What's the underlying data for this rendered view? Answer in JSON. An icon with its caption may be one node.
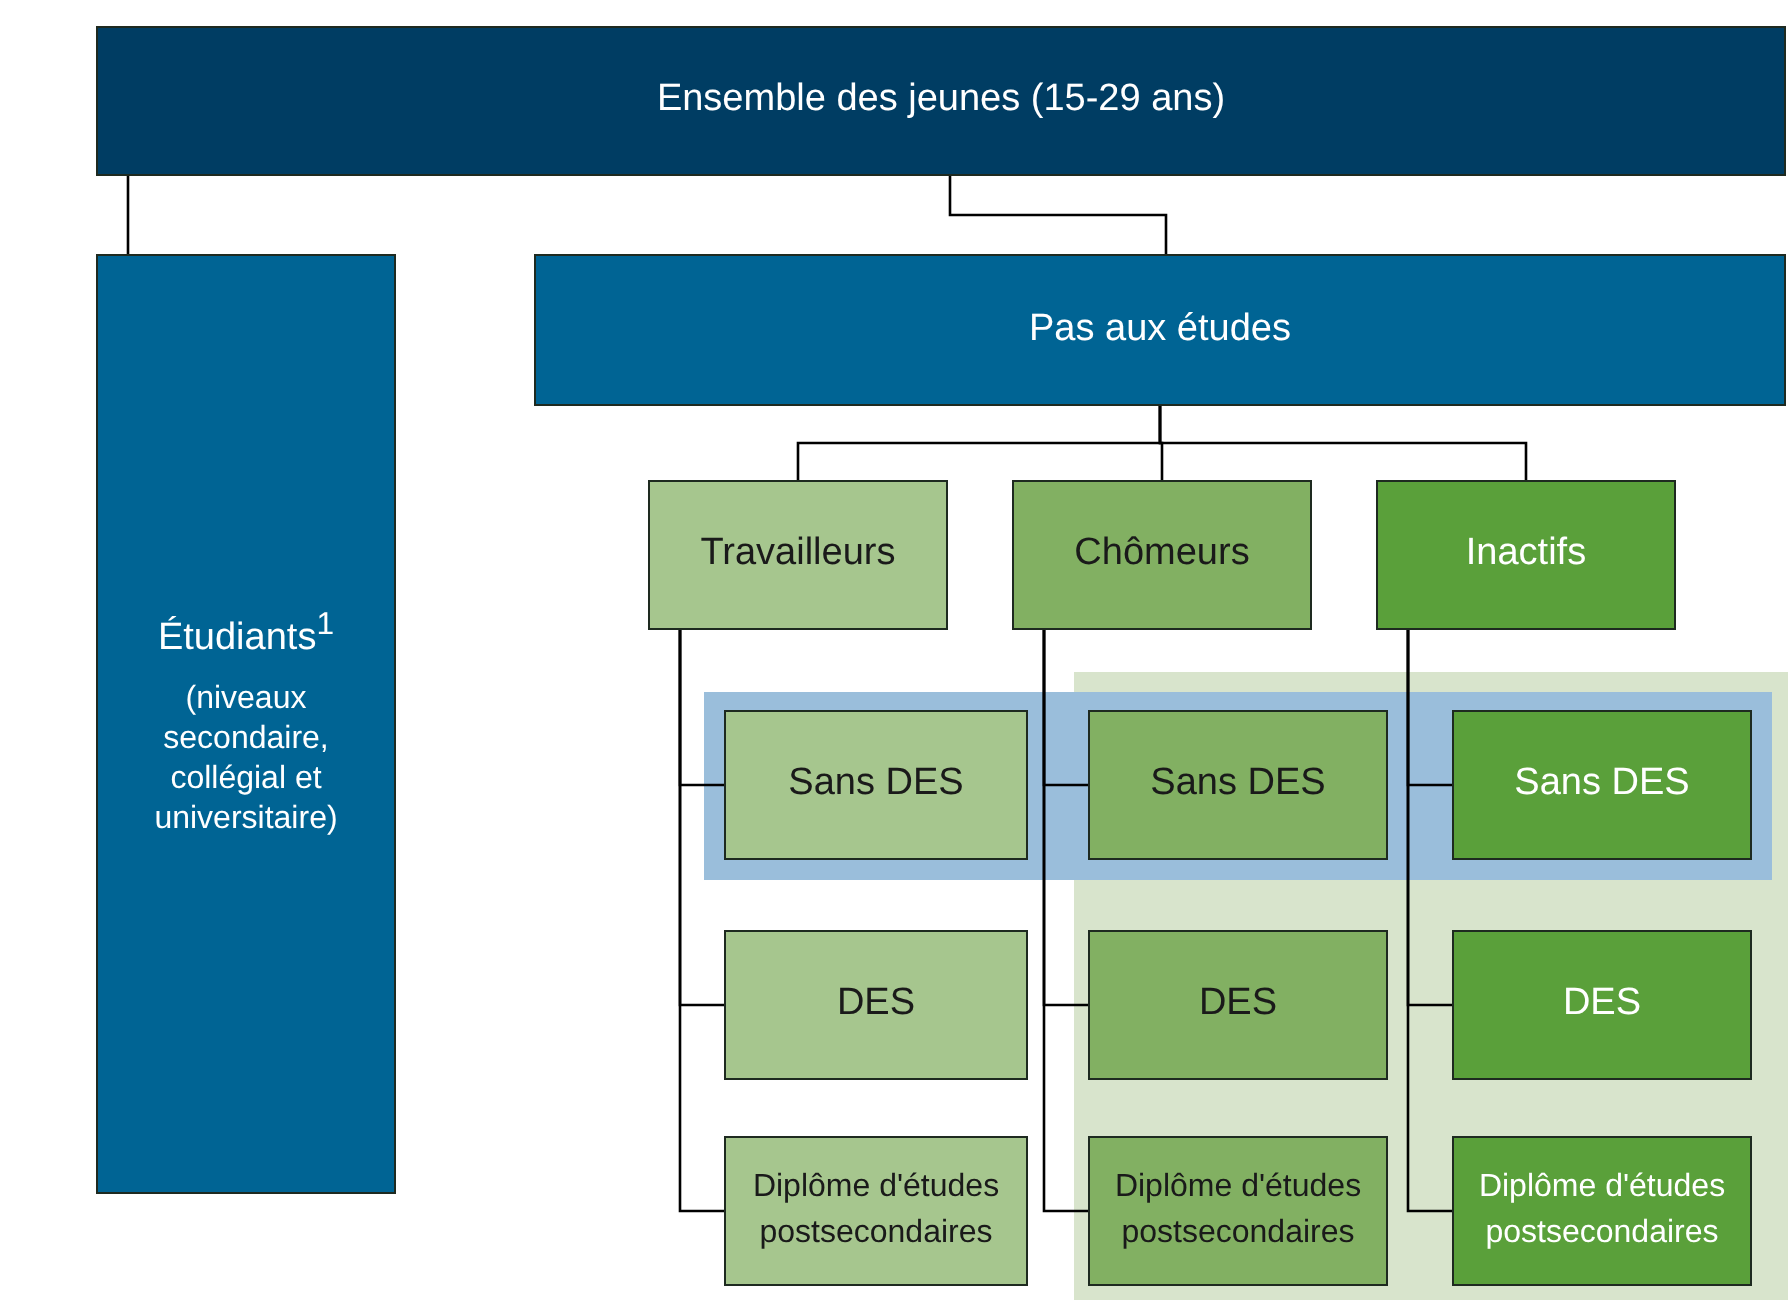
{
  "diagram": {
    "nodes": [
      {
        "text": [
          "Ensemble des jeunes (15-29 ans)"
        ]
      },
      {
        "text": [
          "Étudiants$^{1}$",
          "(niveaux secondaire, collégial et universitaire)"
        ]
      },
      {
        "text": [
          "Pas aux études"
        ]
      },
      {
        "text": [
          "Travailleurs"
        ]
      },
      {
        "text": [
          "Chômeurs"
        ]
      },
      {
        "text": [
          "Inactifs"
        ]
      },
      {
        "text": [
          "Sans DES"
        ]
      },
      {
        "text": [
          "Sans DES"
        ]
      },
      {
        "text": [
          "Sans DES"
        ]
      },
      {
        "text": [
          "DES"
        ]
      },
      {
        "text": [
          "DES"
        ]
      },
      {
        "text": [
          "DES"
        ]
      },
      {
        "text": [
          "Diplôme d'études postsecondaires"
        ]
      },
      {
        "text": [
          "Diplôme d'études postsecondaires"
        ]
      },
      {
        "text": [
          "Diplôme d'études postsecondaires"
        ]
      }
    ],
    "edges": [
      {
        "from": 0,
        "to": 1,
        "arrow": "none"
      },
      {
        "from": 0,
        "to": 2,
        "arrow": "none"
      },
      {
        "from": 2,
        "to": 3,
        "arrow": "none"
      },
      {
        "from": 2,
        "to": 4,
        "arrow": "none"
      },
      {
        "from": 2,
        "to": 5,
        "arrow": "none"
      },
      {
        "from": 3,
        "to": 6,
        "arrow": "none"
      },
      {
        "from": 3,
        "to": 9,
        "arrow": "none"
      },
      {
        "from": 3,
        "to": 12,
        "arrow": "none"
      },
      {
        "from": 4,
        "to": 7,
        "arrow": "none"
      },
      {
        "from": 4,
        "to": 10,
        "arrow": "none"
      },
      {
        "from": 4,
        "to": 13,
        "arrow": "none"
      },
      {
        "from": 5,
        "to": 8,
        "arrow": "none"
      },
      {
        "from": 5,
        "to": 11,
        "arrow": "none"
      },
      {
        "from": 5,
        "to": 14,
        "arrow": "none"
      }
    ]
  }
}
